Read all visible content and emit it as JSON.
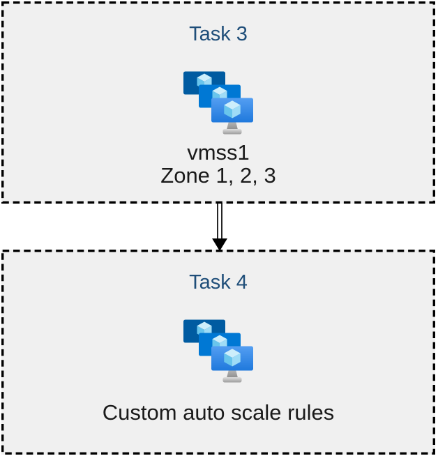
{
  "diagram": {
    "boxes": [
      {
        "title": "Task 3",
        "icon": "vmss-icon",
        "caption_lines": [
          "vmss1",
          "Zone 1, 2, 3"
        ]
      },
      {
        "title": "Task 4",
        "icon": "vmss-icon",
        "caption_lines": [
          "Custom auto scale rules"
        ]
      }
    ],
    "connector": {
      "type": "double-line-arrow",
      "direction": "down",
      "from": "Task 3",
      "to": "Task 4"
    }
  },
  "colors": {
    "page_bg": "#ffffff",
    "box_fill": "#f0f0f0",
    "box_border": "#000000",
    "task_title": "#1f4e79",
    "caption_text": "#1a1a1a",
    "arrow": "#000000",
    "vmss_screen_back": "#005ba1",
    "vmss_screen_middle": "#0078d4",
    "vmss_screen_front_top": "#559ff2",
    "vmss_screen_front_bottom": "#1e78dc",
    "vmss_cube_top": "#cdeefb",
    "vmss_cube_left": "#69c5ec",
    "vmss_cube_right": "#9fdcf6",
    "vmss_stand_gray": "#a6a6a6"
  }
}
